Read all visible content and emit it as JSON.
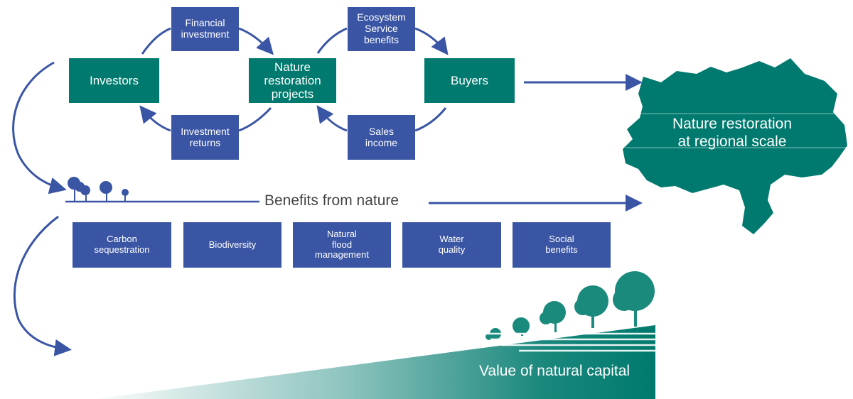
{
  "colors": {
    "blue": "#3a55a4",
    "green": "#007a6e",
    "arrow": "#3a55a4",
    "text_dark": "#444444",
    "white": "#ffffff"
  },
  "flow": {
    "investors": "Investors",
    "projects": "Nature\nrestoration\nprojects",
    "buyers": "Buyers",
    "financial_investment": "Financial\ninvestment",
    "investment_returns": "Investment\nreturns",
    "ecosystem_benefits": "Ecosystem\nService\nbenefits",
    "sales_income": "Sales\nincome"
  },
  "benefits": {
    "title": "Benefits from nature",
    "items": [
      "Carbon\nsequestration",
      "Biodiversity",
      "Natural\nflood\nmanagement",
      "Water\nquality",
      "Social\nbenefits"
    ]
  },
  "region": {
    "label": "Nature restoration\nat regional scale"
  },
  "capital": {
    "label": "Value of natural capital"
  }
}
